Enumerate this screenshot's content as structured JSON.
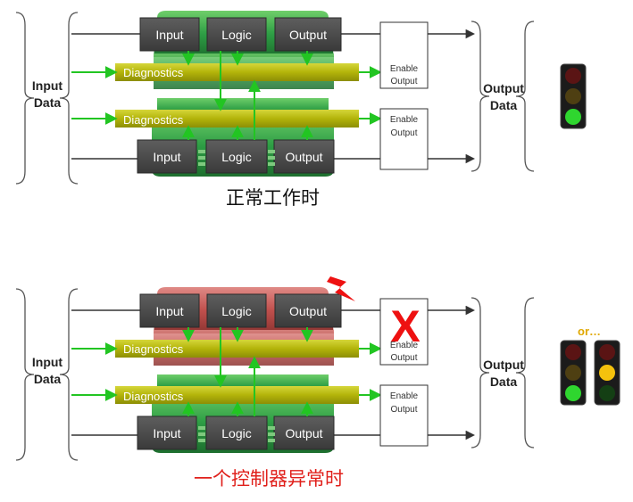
{
  "colors": {
    "box_fill": "#4a4a4a",
    "diag_fill": "#b3b40a",
    "arrow_green": "#22c522",
    "board_normal": "#2e9e45",
    "board_fault": "#c0504d",
    "fault_x": "#e11",
    "caption_normal": "#111111",
    "caption_fault": "#e0201b"
  },
  "panels": [
    {
      "id": "normal",
      "input_data": [
        "Input",
        "Data"
      ],
      "output_data": [
        "Output",
        "Data"
      ],
      "top_controller": {
        "input": "Input",
        "logic": "Logic",
        "output": "Output"
      },
      "bottom_controller": {
        "input": "Input",
        "logic": "Logic",
        "output": "Output"
      },
      "diagnostics_labels": [
        "Diagnostics",
        "Diagnostics"
      ],
      "enable_boxes": [
        [
          "Enable",
          "Output"
        ],
        [
          "Enable",
          "Output"
        ]
      ],
      "traffic_lights": [
        "green"
      ],
      "or_label": "",
      "caption": "正常工作时"
    },
    {
      "id": "fault",
      "input_data": [
        "Input",
        "Data"
      ],
      "output_data": [
        "Output",
        "Data"
      ],
      "top_controller": {
        "input": "Input",
        "logic": "Logic",
        "output": "Output"
      },
      "bottom_controller": {
        "input": "Input",
        "logic": "Logic",
        "output": "Output"
      },
      "diagnostics_labels": [
        "Diagnostics",
        "Diagnostics"
      ],
      "enable_boxes": [
        [
          "Enable",
          "Output"
        ],
        [
          "Enable",
          "Output"
        ]
      ],
      "fault_mark": "X",
      "traffic_lights": [
        "green",
        "yellow"
      ],
      "or_label": "or…",
      "caption": "一个控制器异常时"
    }
  ]
}
